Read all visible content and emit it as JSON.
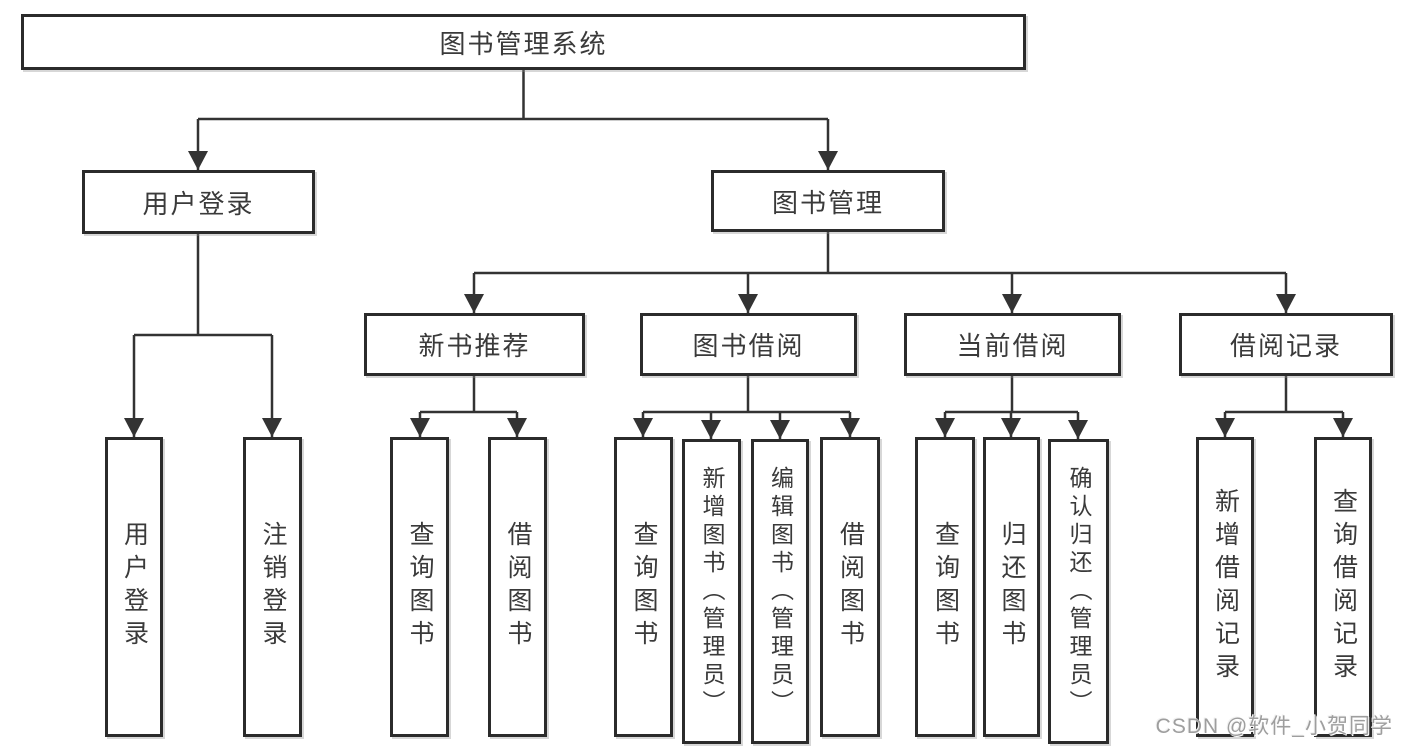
{
  "diagram": {
    "watermark": "CSDN @软件_小贺同学",
    "colors": {
      "background": "#ffffff",
      "line": "#333333",
      "box_border": "#2b2b2b",
      "text": "#3a3a3a",
      "watermark_text": "#9e9e9e"
    },
    "tree": {
      "label": "图书管理系统",
      "children": [
        {
          "label": "用户登录",
          "children": [
            {
              "label": "用户登录"
            },
            {
              "label": "注销登录"
            }
          ]
        },
        {
          "label": "图书管理",
          "children": [
            {
              "label": "新书推荐",
              "children": [
                {
                  "label": "查询图书"
                },
                {
                  "label": "借阅图书"
                }
              ]
            },
            {
              "label": "图书借阅",
              "children": [
                {
                  "label": "查询图书"
                },
                {
                  "label": "新增图书（管理员）"
                },
                {
                  "label": "编辑图书（管理员）"
                },
                {
                  "label": "借阅图书"
                }
              ]
            },
            {
              "label": "当前借阅",
              "children": [
                {
                  "label": "查询图书"
                },
                {
                  "label": "归还图书"
                },
                {
                  "label": "确认归还（管理员）"
                }
              ]
            },
            {
              "label": "借阅记录",
              "children": [
                {
                  "label": "新增借阅记录"
                },
                {
                  "label": "查询借阅记录"
                }
              ]
            }
          ]
        }
      ]
    }
  }
}
